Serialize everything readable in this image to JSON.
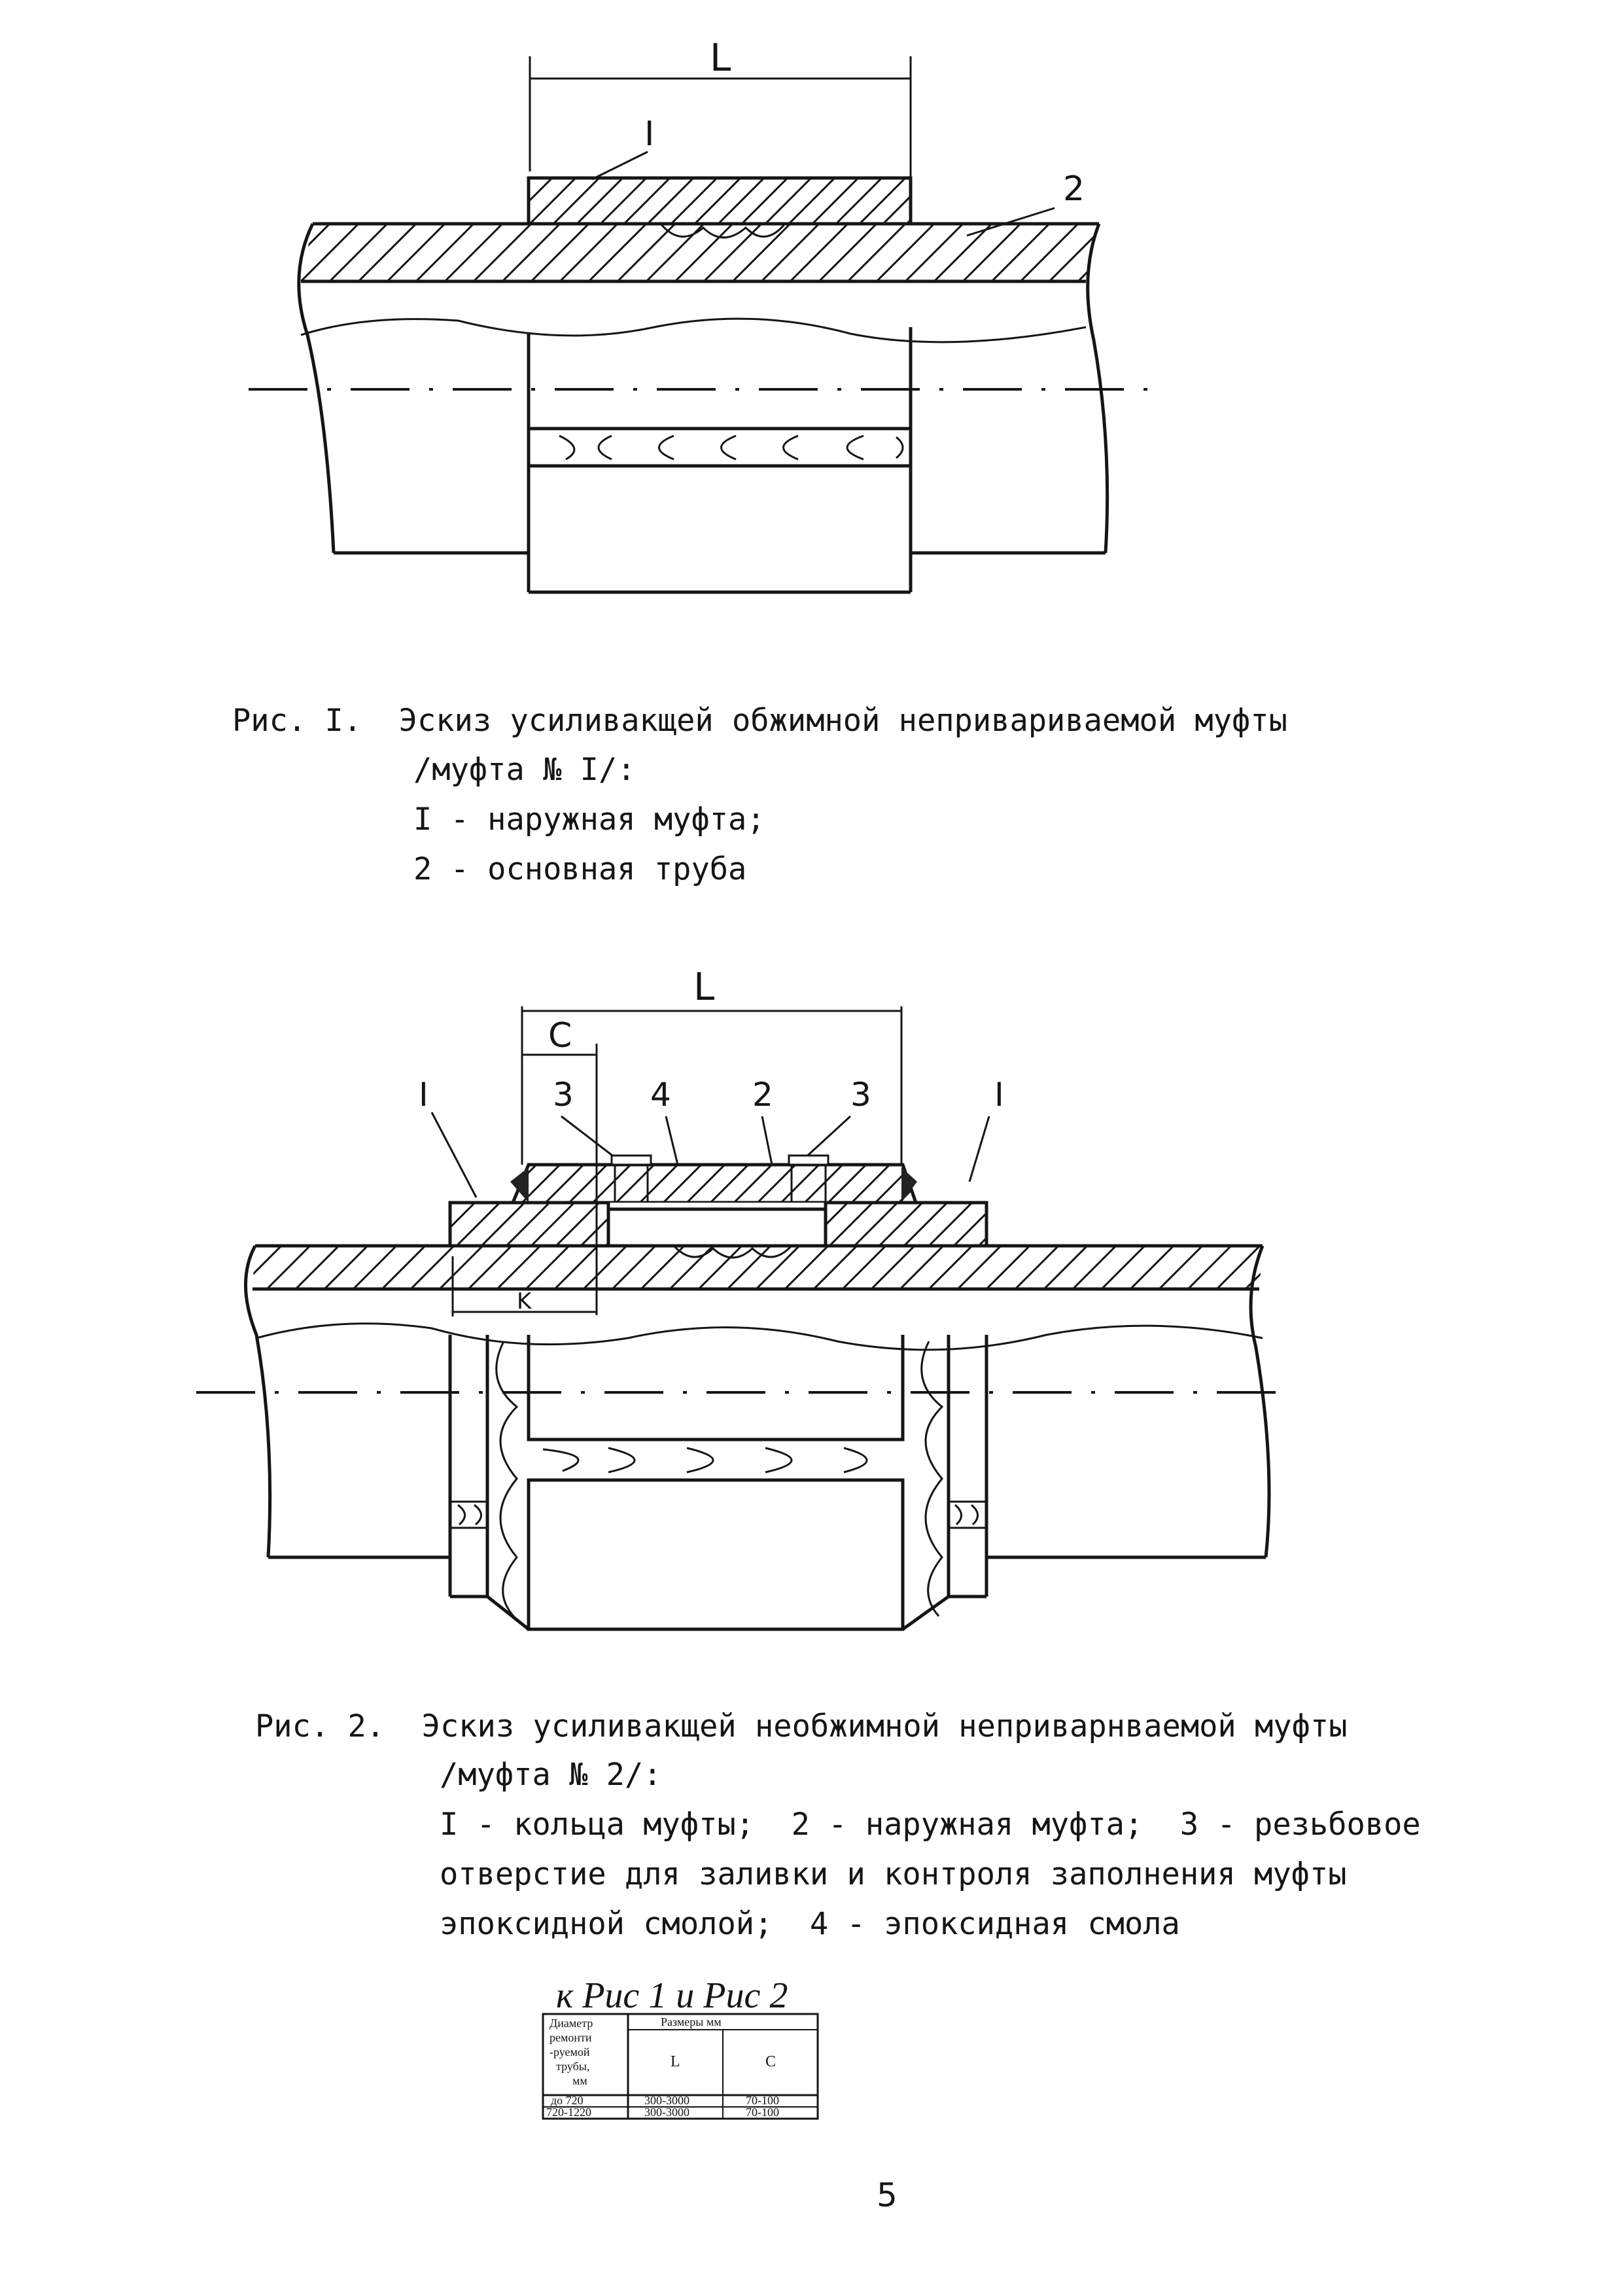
{
  "figure1": {
    "dim_label": "L",
    "label_1": "I",
    "label_2": "2",
    "caption_lines": [
      "Рис. I.  Эскиз усиливакщей обжимной неприваривaемой муфты",
      "/муфта № I/:",
      "I - наружная муфта;",
      "2 - основная труба"
    ]
  },
  "figure2": {
    "dim_L": "L",
    "dim_C": "C",
    "dim_K": "K",
    "labels": [
      "I",
      "3",
      "4",
      "2",
      "3",
      "I"
    ],
    "caption_lines": [
      "Рис. 2.  Эскиз усиливакщей необжимной неприварнваемой муфты",
      "/муфта № 2/:",
      "I - кольца муфты;  2 - наружная муфта;  3 - резьбовое",
      "отверстие для заливки и контроля заполнения муфты",
      "эпоксидной смолой;  4 - эпоксидная смола"
    ]
  },
  "table": {
    "handwritten_title": "к Рис 1 и Рис 2",
    "header_col1": [
      "Диаметр",
      "ремонти",
      "-руемой",
      "трубы,",
      "мм"
    ],
    "header_span": "Размеры мм",
    "header_L": "L",
    "header_C": "C",
    "rows": [
      [
        "до 720",
        "300-3000",
        "70-100"
      ],
      [
        "720-1220",
        "300-3000",
        "70-100"
      ]
    ]
  },
  "page_number": "5"
}
